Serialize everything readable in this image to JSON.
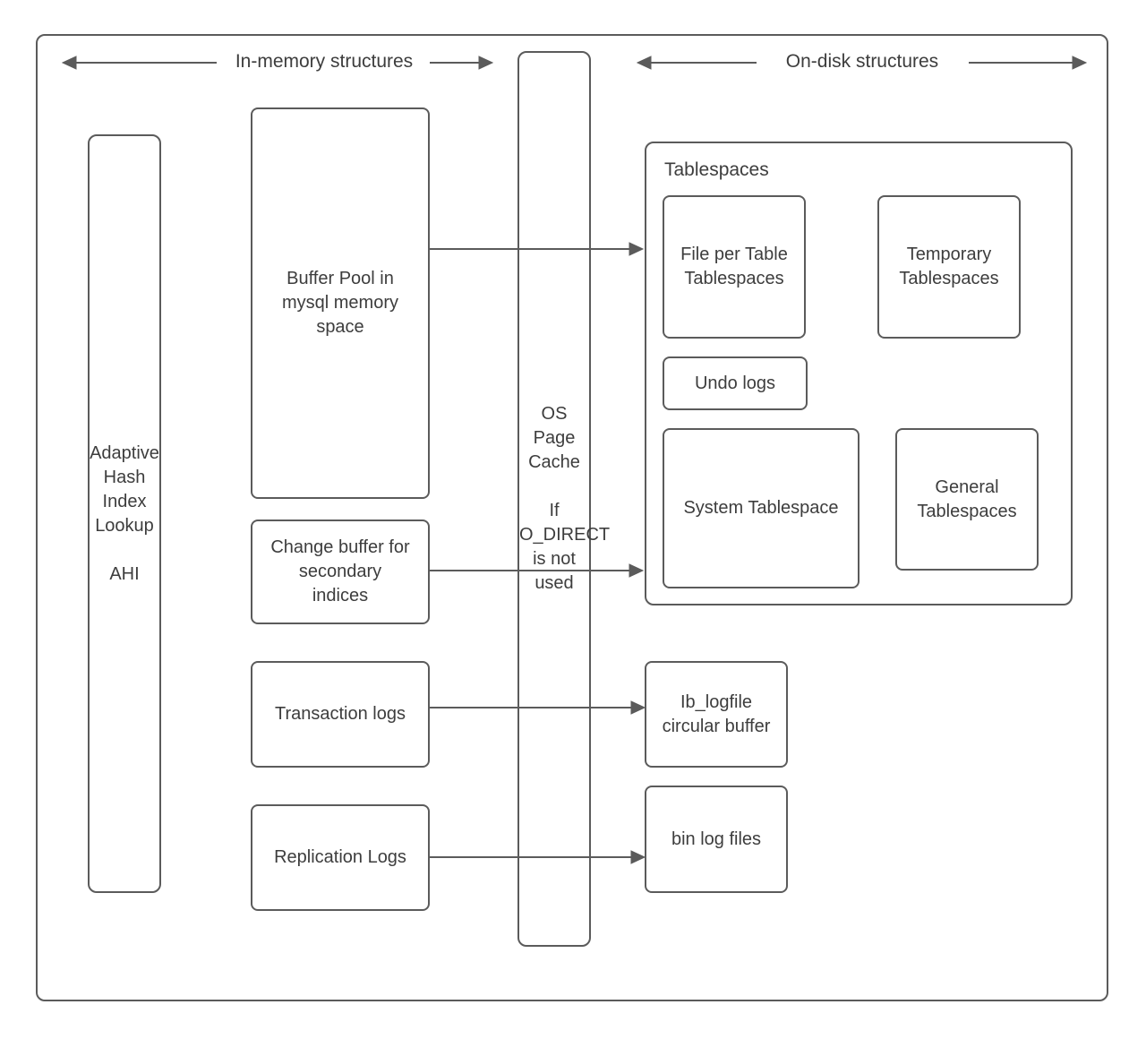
{
  "diagram": {
    "headers": {
      "in_memory": "In-memory structures",
      "on_disk": "On-disk structures"
    },
    "nodes": {
      "ahi": "Adaptive\nHash\nIndex\nLookup\n\nAHI",
      "buffer_pool": "Buffer Pool in\nmysql memory\nspace",
      "change_buffer": "Change buffer for\nsecondary\nindices",
      "transaction_logs": "Transaction logs",
      "replication_logs": "Replication Logs",
      "os_page_cache": "OS\nPage\nCache\n\nIf\nO_DIRECT\nis not\nused",
      "tablespaces_group": "Tablespaces",
      "file_per_table": "File per Table\nTablespaces",
      "temporary_tablespaces": "Temporary\nTablespaces",
      "undo_logs": "Undo logs",
      "system_tablespace": "System Tablespace",
      "general_tablespaces": "General\nTablespaces",
      "ib_logfile": "Ib_logfile\ncircular buffer",
      "bin_log_files": "bin log files"
    },
    "colors": {
      "stroke": "#5b5b5b",
      "text": "#3d3d3d",
      "background": "#ffffff"
    }
  }
}
